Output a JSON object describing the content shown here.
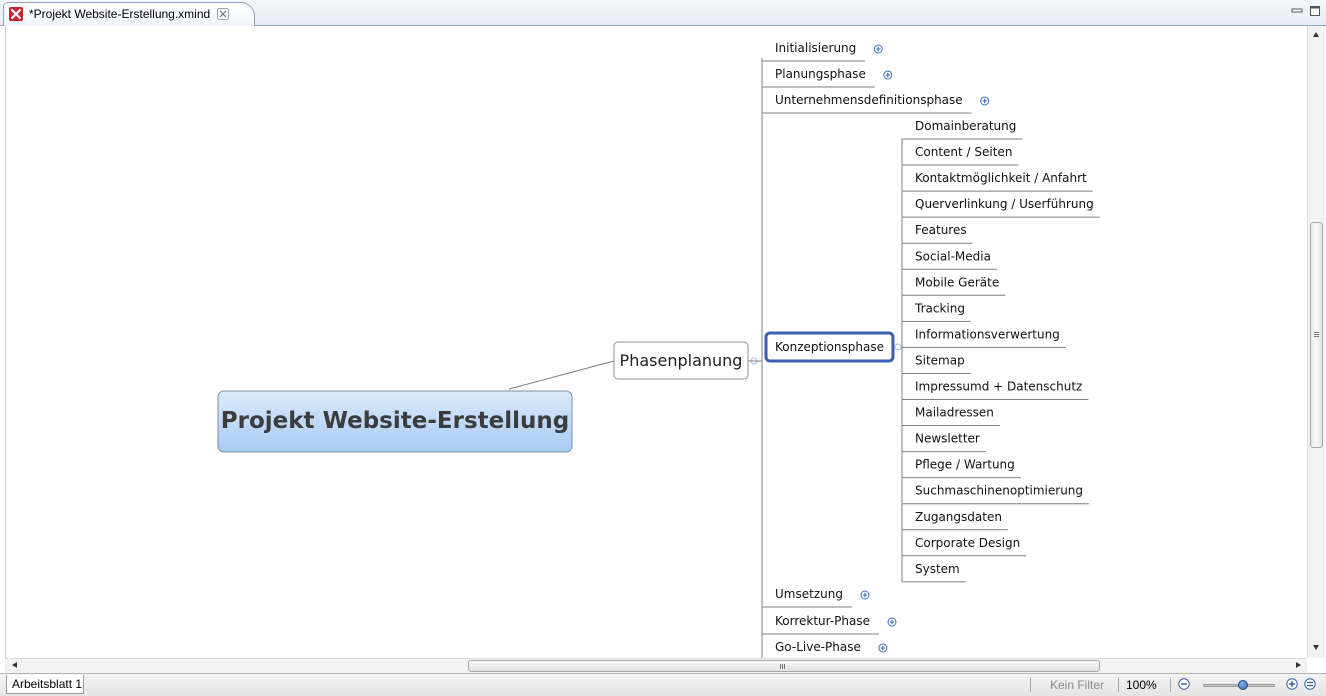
{
  "window": {
    "tab_title": "*Projekt Website-Erstellung.xmind"
  },
  "map": {
    "central": "Projekt Website-Erstellung",
    "main": "Phasenplanung",
    "phases": [
      {
        "label": "Initialisierung",
        "collapsed": true
      },
      {
        "label": "Planungsphase",
        "collapsed": true
      },
      {
        "label": "Unternehmensdefinitionsphase",
        "collapsed": true
      },
      {
        "label": "Konzeptionsphase",
        "collapsed": false,
        "selected": true
      },
      {
        "label": "Umsetzung",
        "collapsed": true
      },
      {
        "label": "Korrektur-Phase",
        "collapsed": true
      },
      {
        "label": "Go-Live-Phase",
        "collapsed": true
      }
    ],
    "konzeption_children": [
      "Domainberatung",
      "Content / Seiten",
      "Kontaktmöglichkeit / Anfahrt",
      "Querverlinkung / Userführung",
      "Features",
      "Social-Media",
      "Mobile Geräte",
      "Tracking",
      "Informationsverwertung",
      "Sitemap",
      "Impressumd + Datenschutz",
      "Mailadressen",
      "Newsletter",
      "Pflege / Wartung",
      "Suchmaschinenoptimierung",
      "Zugangsdaten",
      "Corporate Design",
      "System"
    ]
  },
  "status": {
    "sheet_tab": "Arbeitsblatt 1",
    "filter": "Kein Filter",
    "zoom": "100%",
    "zoom_level": 0.5
  },
  "colors": {
    "central_fill_top": "#dbeafc",
    "central_fill_bottom": "#a7cbf4",
    "central_text": "#3c3c3c",
    "selection": "#3b5fae",
    "line": "#7f7f7f",
    "plus_icon": "#3a6fbe"
  }
}
